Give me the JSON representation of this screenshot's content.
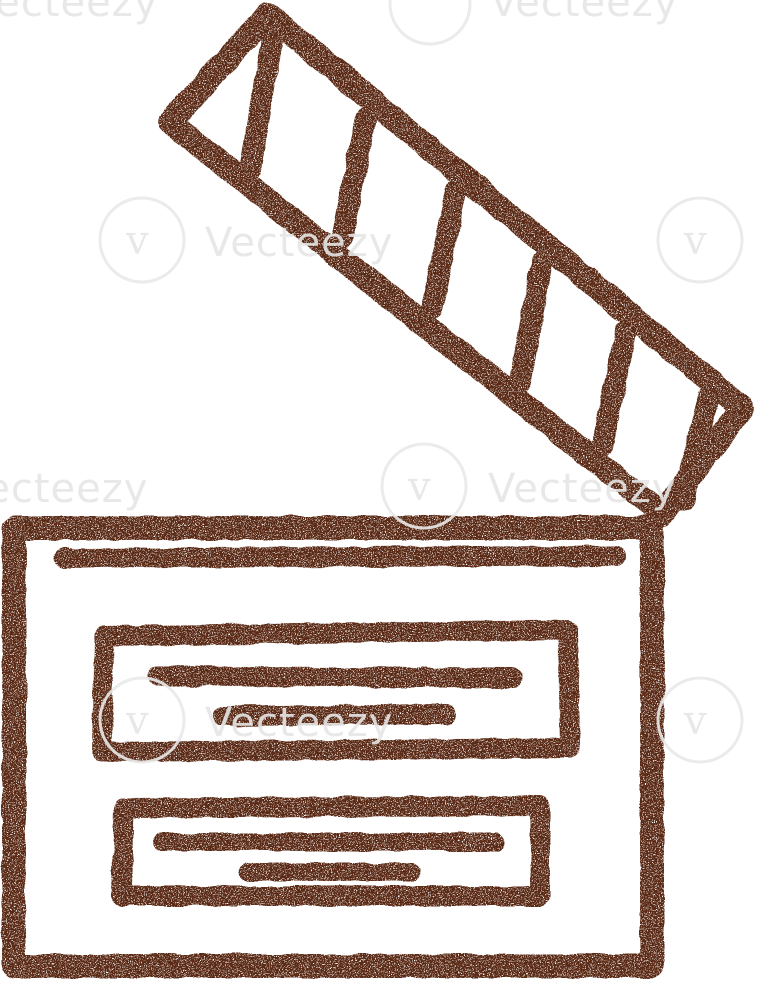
{
  "illustration": {
    "subject": "clapperboard",
    "style": "chalk-outline",
    "ink_color": "#5a2a14",
    "speckle_color": "#ffffff",
    "background": "#ffffff"
  },
  "watermark": {
    "text": "Vecteezy",
    "color": "#e6e6e6"
  }
}
